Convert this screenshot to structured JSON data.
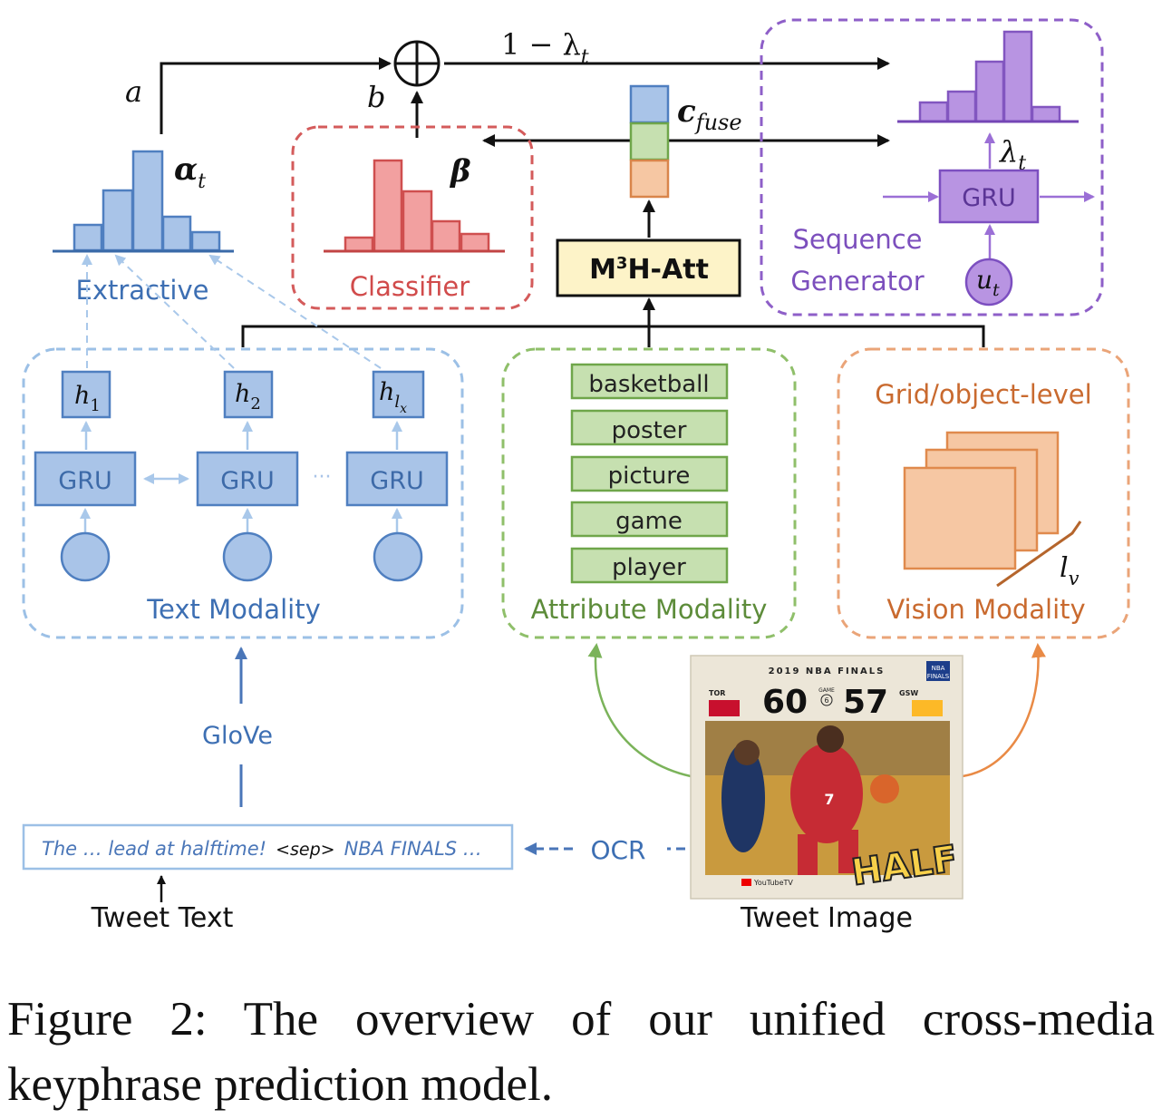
{
  "colors": {
    "blue": "#4a76b8",
    "blue_fill": "#a9c4e8",
    "blue_stroke": "#4f7fc0",
    "light_blue_dash": "#9cc0e6",
    "red": "#d45b5b",
    "red_fill": "#f2a0a0",
    "green": "#6a9a44",
    "green_fill": "#c6e0b0",
    "orange": "#d0743a",
    "orange_fill": "#f6c7a3",
    "purple": "#8e5fc8",
    "purple_fill": "#b894e2",
    "yellow_fill": "#fdf3c8"
  },
  "labels": {
    "a": "a",
    "b": "b",
    "one_minus_lambda": "1 − λ",
    "one_minus_lambda_sub": "t",
    "alpha": "α",
    "alpha_sub": "t",
    "beta": "β",
    "c_fuse": "c",
    "c_fuse_sub": "fuse",
    "lambda": "λ",
    "lambda_sub": "t",
    "u": "u",
    "u_sub": "t",
    "lv": "l",
    "lv_sub": "v"
  },
  "modules": {
    "extractive": "Extractive",
    "classifier": "Classifier",
    "m3h_att_pre": "M",
    "m3h_att_sup": "3",
    "m3h_att_post": "H-Att",
    "sequence_generator_line1": "Sequence",
    "sequence_generator_line2": "Generator",
    "gru": "GRU"
  },
  "text_modality": {
    "title": "Text Modality",
    "hidden": [
      {
        "base": "h",
        "sub": "1"
      },
      {
        "base": "h",
        "sub": "2"
      },
      {
        "base": "h",
        "sub": "l",
        "subsub": "x"
      }
    ],
    "gru": "GRU",
    "dots": "···"
  },
  "attribute_modality": {
    "title": "Attribute Modality",
    "attributes": [
      "basketball",
      "poster",
      "picture",
      "game",
      "player"
    ]
  },
  "vision_modality": {
    "title": "Vision Modality",
    "subtitle": "Grid/object-level"
  },
  "bottom": {
    "glove": "GloVe",
    "ocr": "OCR",
    "tweet_text_content_1": "The … lead at halftime!",
    "tweet_text_sep": "<sep>",
    "tweet_text_content_2": "NBA FINALS …",
    "tweet_text_label": "Tweet Text",
    "tweet_image_label": "Tweet Image"
  },
  "tweet_image": {
    "header": "2019 NBA FINALS",
    "team_left": "TOR",
    "team_right": "GSW",
    "score_left": "60",
    "score_right": "57",
    "game_label": "GAME",
    "game_number": "6",
    "logo_line1": "NBA",
    "logo_line2": "FINALS",
    "jersey": "7",
    "half": "HALF",
    "sponsor": "YouTubeTV"
  },
  "caption": "Figure 2:  The overview of our unified cross-media keyphrase prediction model."
}
